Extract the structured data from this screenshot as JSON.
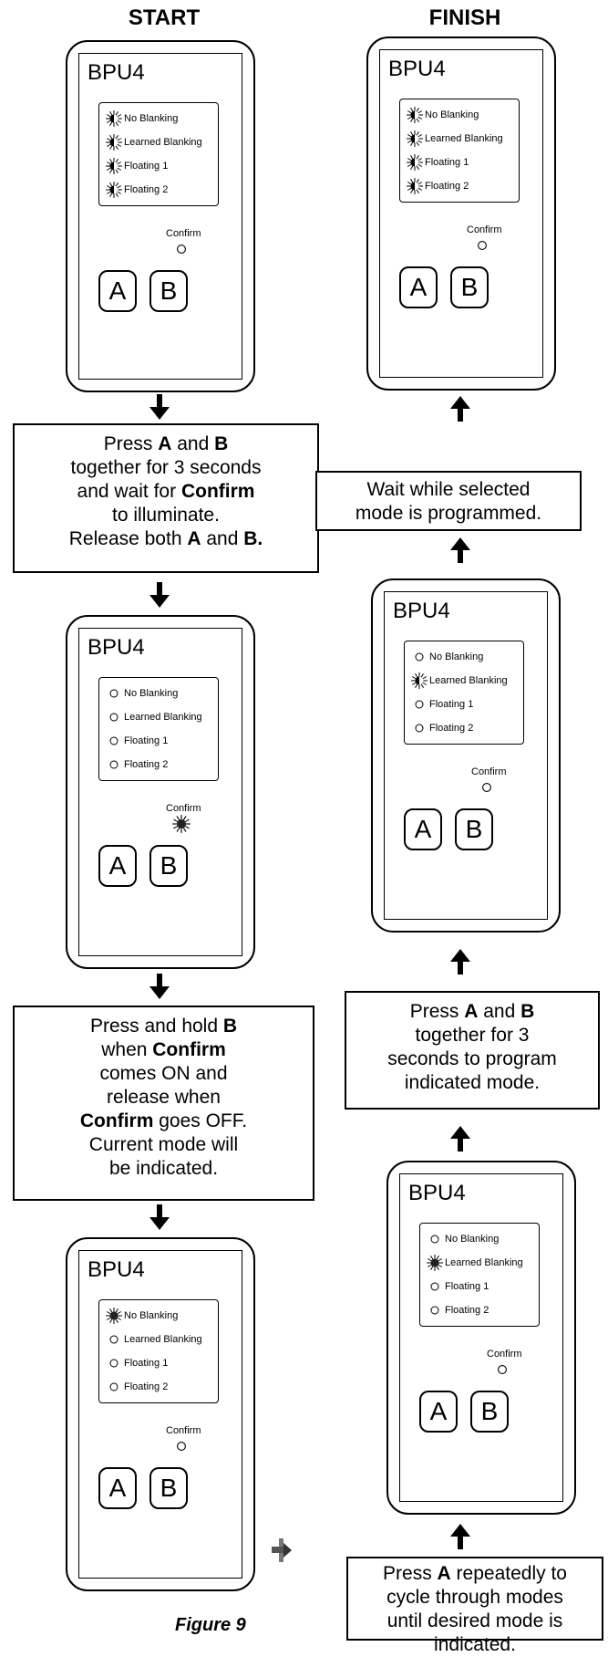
{
  "headings": {
    "start": "START",
    "finish": "FINISH"
  },
  "caption": "Figure 9",
  "device_model": "BPU4",
  "confirm_label": "Confirm",
  "button_a": "A",
  "button_b": "B",
  "modes": [
    "No Blanking",
    "Learned Blanking",
    "Floating 1",
    "Floating 2"
  ],
  "devices": [
    {
      "id": "start",
      "leds": [
        "flashing",
        "flashing",
        "flashing",
        "flashing"
      ],
      "confirm": "off"
    },
    {
      "id": "confirm-on",
      "leds": [
        "off",
        "off",
        "off",
        "off"
      ],
      "confirm": "on"
    },
    {
      "id": "mode-indicated",
      "leds": [
        "on",
        "off",
        "off",
        "off"
      ],
      "confirm": "off"
    },
    {
      "id": "mode-selected",
      "leds": [
        "off",
        "on",
        "off",
        "off"
      ],
      "confirm": "off"
    },
    {
      "id": "programming",
      "leds": [
        "off",
        "flashing",
        "off",
        "off"
      ],
      "confirm": "off"
    },
    {
      "id": "finish",
      "leds": [
        "flashing",
        "flashing",
        "flashing",
        "flashing"
      ],
      "confirm": "off"
    }
  ],
  "steps": {
    "step1": [
      [
        {
          "t": "Press "
        },
        {
          "t": "A",
          "b": true
        },
        {
          "t": " and "
        },
        {
          "t": "B",
          "b": true
        }
      ],
      [
        {
          "t": "together for 3 seconds"
        }
      ],
      [
        {
          "t": "and wait for "
        },
        {
          "t": "Confirm",
          "b": true
        }
      ],
      [
        {
          "t": "to illuminate."
        }
      ],
      [
        {
          "t": "Release both "
        },
        {
          "t": "A",
          "b": true
        },
        {
          "t": " and "
        },
        {
          "t": "B.",
          "b": true
        }
      ]
    ],
    "step2": [
      [
        {
          "t": "Press and hold "
        },
        {
          "t": "B",
          "b": true
        }
      ],
      [
        {
          "t": "when "
        },
        {
          "t": "Confirm",
          "b": true
        }
      ],
      [
        {
          "t": "comes ON and"
        }
      ],
      [
        {
          "t": "release when"
        }
      ],
      [
        {
          "t": "Confirm",
          "b": true
        },
        {
          "t": " goes OFF."
        }
      ],
      [
        {
          "t": "Current mode will"
        }
      ],
      [
        {
          "t": "be indicated."
        }
      ]
    ],
    "step3": [
      [
        {
          "t": "Press "
        },
        {
          "t": "A",
          "b": true
        },
        {
          "t": " repeatedly to"
        }
      ],
      [
        {
          "t": "cycle through modes"
        }
      ],
      [
        {
          "t": "until desired mode is"
        }
      ],
      [
        {
          "t": "indicated."
        }
      ]
    ],
    "step4": [
      [
        {
          "t": "Press "
        },
        {
          "t": "A",
          "b": true
        },
        {
          "t": " and "
        },
        {
          "t": "B",
          "b": true
        }
      ],
      [
        {
          "t": "together for 3"
        }
      ],
      [
        {
          "t": "seconds to program"
        }
      ],
      [
        {
          "t": "indicated mode."
        }
      ]
    ],
    "step5": [
      [
        {
          "t": "Wait while selected"
        }
      ],
      [
        {
          "t": "mode is programmed."
        }
      ]
    ]
  }
}
